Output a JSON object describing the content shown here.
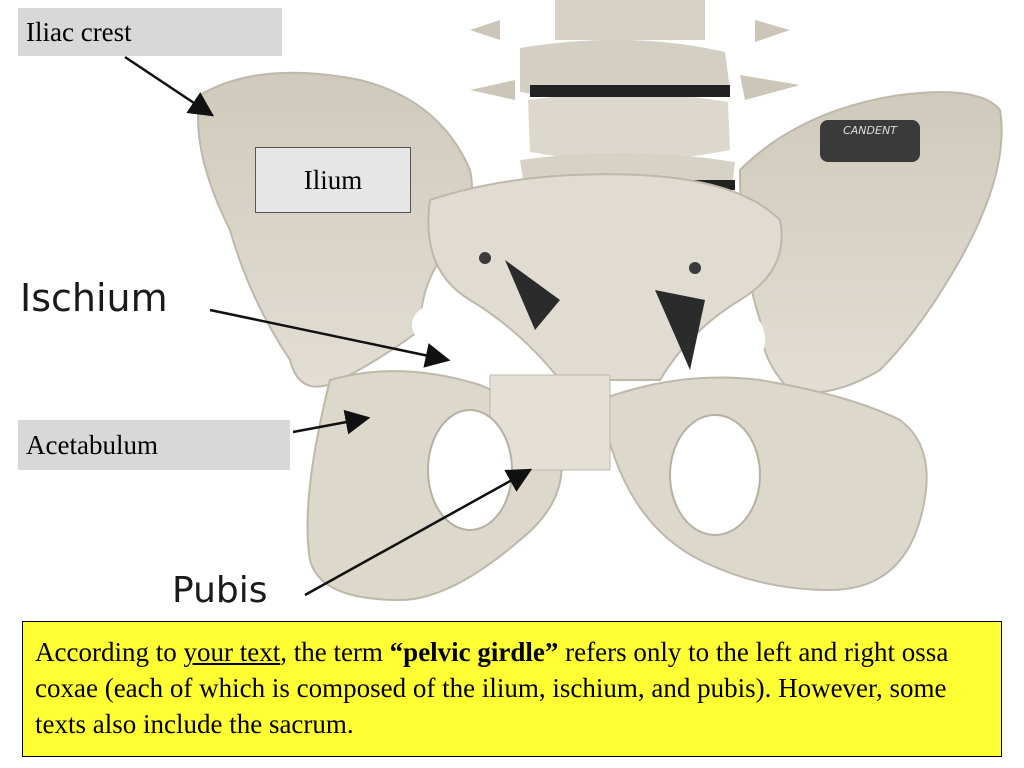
{
  "labels": {
    "iliac_crest": "Iliac crest",
    "ilium": "Ilium",
    "ischium": "Ischium",
    "acetabulum": "Acetabulum",
    "pubis": "Pubis"
  },
  "caption": {
    "part1": "According to ",
    "link_text": "your text",
    "part2": ", the term ",
    "bold_term": "“pelvic girdle”",
    "part3": " refers only to the left and right ossa coxae (each of which is composed of the ilium, ischium, and pubis).  However, some texts also include the sacrum."
  },
  "colors": {
    "caption_bg": "#ffff33",
    "label_bg": "#d8d8d8",
    "bone": "#ddd9cc"
  },
  "icons": [
    "pelvis-illustration",
    "annotation-arrow"
  ]
}
